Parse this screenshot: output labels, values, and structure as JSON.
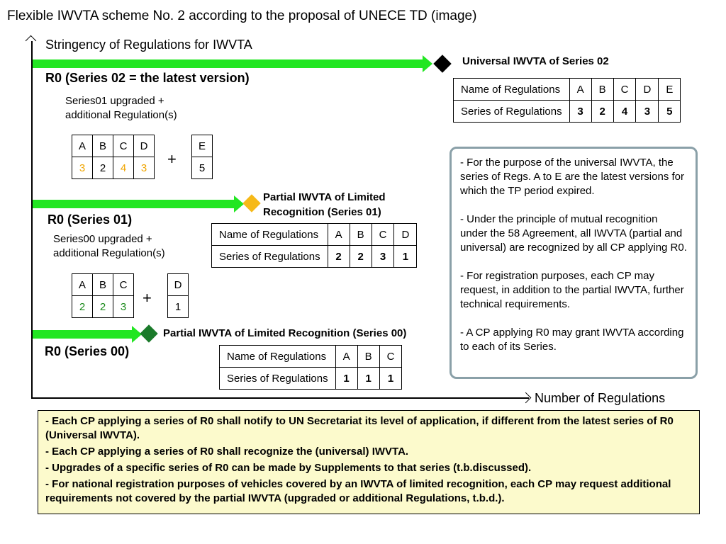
{
  "title": "Flexible IWVTA scheme No. 2  according to the proposal of UNECE TD (image)",
  "axes": {
    "y_label": "Stringency of Regulations for IWVTA",
    "x_label": "Number of Regulations"
  },
  "colors": {
    "arrow": "#22e622",
    "diamond_black": "#000000",
    "diamond_gold": "#f6b918",
    "diamond_green": "#1a7a2a",
    "orange_value": "#f0a500",
    "green_value": "#1a8a1a",
    "note_border": "#8aa0a8",
    "bottom_bg": "#fcfacc"
  },
  "universal": {
    "label": "Universal IWVTA  of Series 02",
    "series_title": "R0 (Series 02 = the latest version)",
    "desc_line1": "Series01 upgraded +",
    "desc_line2": "additional Regulation(s)",
    "table": {
      "name_header": "Name of Regulations",
      "series_header": "Series of Regulations",
      "regs": [
        "A",
        "B",
        "C",
        "D",
        "E"
      ],
      "values": [
        "3",
        "2",
        "4",
        "3",
        "5"
      ]
    },
    "small_left": {
      "regs": [
        "A",
        "B",
        "C",
        "D"
      ],
      "values": [
        "3",
        "2",
        "4",
        "3"
      ]
    },
    "small_right": {
      "regs": [
        "E"
      ],
      "values": [
        "5"
      ]
    },
    "plus": "+"
  },
  "partial01": {
    "label_line1": "Partial IWVTA of Limited",
    "label_line2": "Recognition (Series 01)",
    "series_title": "R0 (Series 01)",
    "desc_line1": "Series00 upgraded +",
    "desc_line2": "additional Regulation(s)",
    "table": {
      "name_header": "Name of Regulations",
      "series_header": "Series of Regulations",
      "regs": [
        "A",
        "B",
        "C",
        "D"
      ],
      "values": [
        "2",
        "2",
        "3",
        "1"
      ]
    },
    "small_left": {
      "regs": [
        "A",
        "B",
        "C"
      ],
      "values": [
        "2",
        "2",
        "3"
      ]
    },
    "small_right": {
      "regs": [
        "D"
      ],
      "values": [
        "1"
      ]
    },
    "plus": "+"
  },
  "partial00": {
    "label": "Partial IWVTA of Limited  Recognition (Series 00)",
    "series_title": "R0 (Series 00)",
    "table": {
      "name_header": "Name of Regulations",
      "series_header": "Series of Regulations",
      "regs": [
        "A",
        "B",
        "C"
      ],
      "values": [
        "1",
        "1",
        "1"
      ]
    }
  },
  "notes": [
    "- For the purpose of the universal IWVTA, the series of Regs. A to E are the latest versions for which the TP period expired.",
    "- Under the principle of mutual recognition under the 58 Agreement, all IWVTA (partial and universal) are recognized by all CP applying R0.",
    "- For registration purposes, each CP may request, in addition to the partial IWVTA, further technical requirements.",
    "- A CP applying R0 may grant IWVTA according to each of its Series."
  ],
  "bottom_notes": [
    "- Each CP applying a series of R0 shall notify to UN Secretariat its level of application, if different from the latest series of R0 (Universal IWVTA).",
    "- Each CP applying a series of R0 shall recognize the (universal) IWVTA.",
    "- Upgrades of a specific series of R0 can be made by Supplements to that series (t.b.discussed).",
    "- For national registration purposes of vehicles covered by an IWVTA of limited recognition, each CP may request additional requirements not covered by the partial IWVTA (upgraded or additional Regulations, t.b.d.)."
  ]
}
